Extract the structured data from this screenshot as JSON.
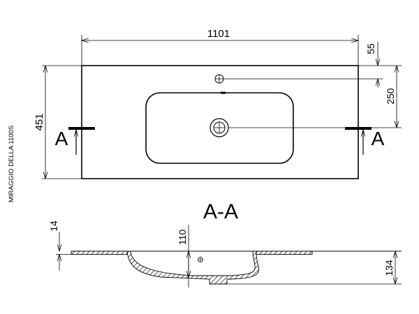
{
  "model_label": "MIRAGGIO DELLA 1100S",
  "top_view": {
    "width_dim": "1101",
    "depth_dim": "451",
    "tap_offset_dim": "55",
    "drain_offset_dim": "250",
    "section_mark_left": "A",
    "section_mark_right": "A"
  },
  "section_view": {
    "title": "A-A",
    "slab_thickness_dim": "14",
    "basin_depth_dim": "110",
    "total_height_dim": "134"
  },
  "colors": {
    "line": "#000000",
    "background": "#ffffff"
  }
}
